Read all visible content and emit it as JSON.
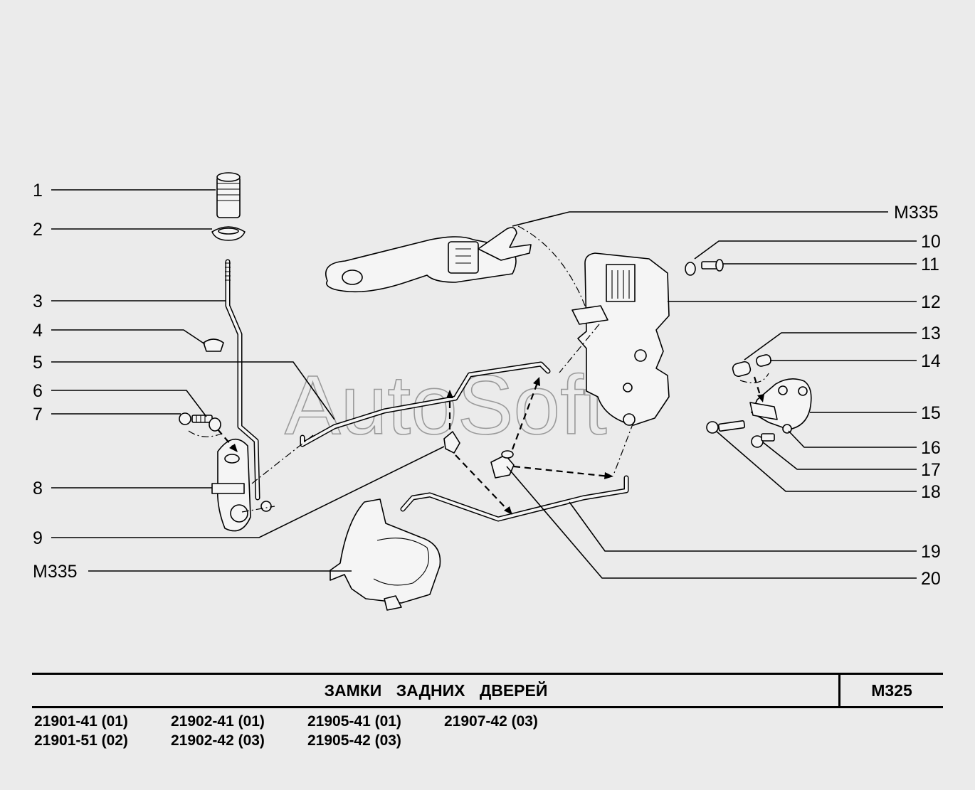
{
  "watermark": "AutoSoft",
  "callouts_left": [
    "1",
    "2",
    "3",
    "4",
    "5",
    "6",
    "7",
    "8",
    "9",
    "M335"
  ],
  "callouts_right": [
    "M335",
    "10",
    "11",
    "12",
    "13",
    "14",
    "15",
    "16",
    "17",
    "18",
    "19",
    "20"
  ],
  "title": "ЗАМКИ ЗАДНИХ ДВЕРЕЙ",
  "page_code": "M325",
  "models": [
    "21901-41 (01)",
    "21902-41 (01)",
    "21905-41 (01)",
    "21907-42 (03)",
    "21901-51 (02)",
    "21902-42 (03)",
    "21905-42 (03)"
  ],
  "colors": {
    "background": "#ebebeb",
    "ink": "#000000",
    "watermark": "#9a9a9a"
  }
}
